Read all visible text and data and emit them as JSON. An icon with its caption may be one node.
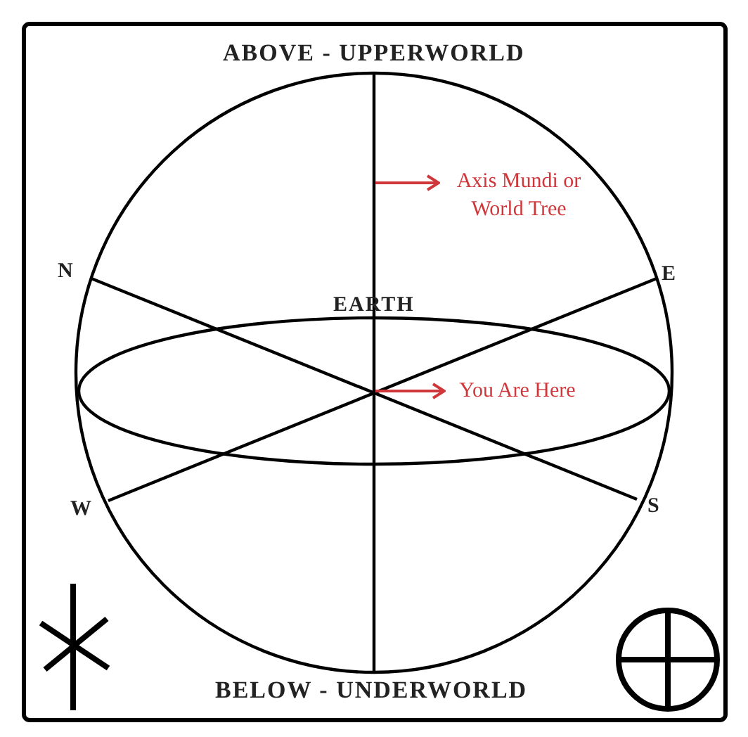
{
  "diagram": {
    "nodes": [
      {
        "text": [
          "Axis Mundi or World Tree"
        ]
      },
      {
        "text": [
          "You Are Here"
        ]
      }
    ],
    "edges": [
      {
        "from": null,
        "to": 0,
        "arrow": "to",
        "color": "#d0373b"
      },
      {
        "from": null,
        "to": 1,
        "arrow": "to",
        "color": "#d0373b"
      }
    ],
    "labels": [
      "ABOVE - UPPERWORLD",
      "N",
      "E",
      "EARTH",
      "W",
      "S",
      "BELOW - UNDERWORLD"
    ]
  }
}
